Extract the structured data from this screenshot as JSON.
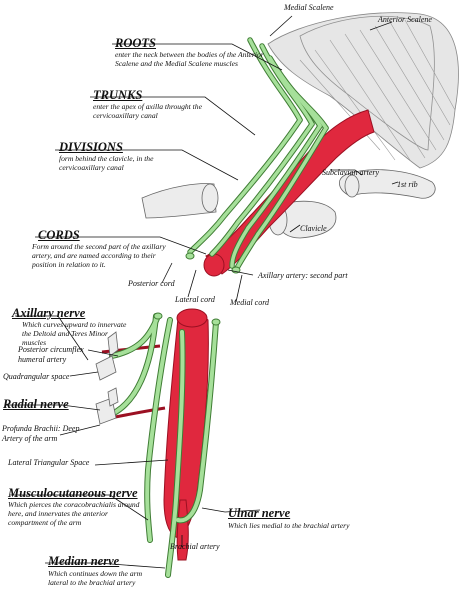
{
  "colors": {
    "nerve": "#a6e09a",
    "nerve_stroke": "#3f7d34",
    "artery": "#e0283e",
    "artery_dark": "#9b1022",
    "bone": "#ececec",
    "muscle": "#e6e6e6",
    "line": "#111111"
  },
  "labels": {
    "medial_scalene": "Medial Scalene",
    "anterior_scalene": "Anterior Scalene",
    "roots_title": "ROOTS",
    "roots_desc": "enter the neck between the bodies of the Anterior Scalene and the Medial  Scalene muscles",
    "trunks_title": "TRUNKS",
    "trunks_desc": "enter the apex of axilla throught the cervicoaxillary canal",
    "divisions_title": "DIVISIONS",
    "divisions_desc": "form behind the clavicle, in the cervicoaxillary canal",
    "subclavian_artery": "Subclavian artery",
    "first_rib": "1st rib",
    "clavicle": "Clavicle",
    "cords_title": "CORDS",
    "cords_desc": "Form around the second part of the axillary artery, and are named according to their position in relation to it.",
    "axillary_artery": "Axillary artery: second part",
    "posterior_cord": "Posterior cord",
    "lateral_cord": "Lateral cord",
    "medial_cord": "Medial cord",
    "axillary_nerve_title": "Axillary nerve",
    "axillary_nerve_desc": "Which curves upward to innervate the Deltoid and Teres Minor muscles",
    "posterior_circumflex": "Posterior circumflex humeral artery",
    "quadrangular_space": "Quadrangular space",
    "radial_nerve_title": "Radial nerve",
    "profunda_brachii": "Profunda Brachii: Deep Artery of the arm",
    "lateral_triangular_space": "Lateral Triangular Space",
    "musculocutaneous_title": "Musculocutaneous nerve",
    "musculocutaneous_desc": "Which pierces the coracobrachialis around here, and innervates the anterior compartment of the arm",
    "ulnar_title": "Ulnar nerve",
    "ulnar_desc": "Which lies medial to the brachial artery",
    "brachial_artery": "Brachial artery",
    "median_title": "Median nerve",
    "median_desc": "Which continues down the arm lateral to the brachial artery"
  }
}
